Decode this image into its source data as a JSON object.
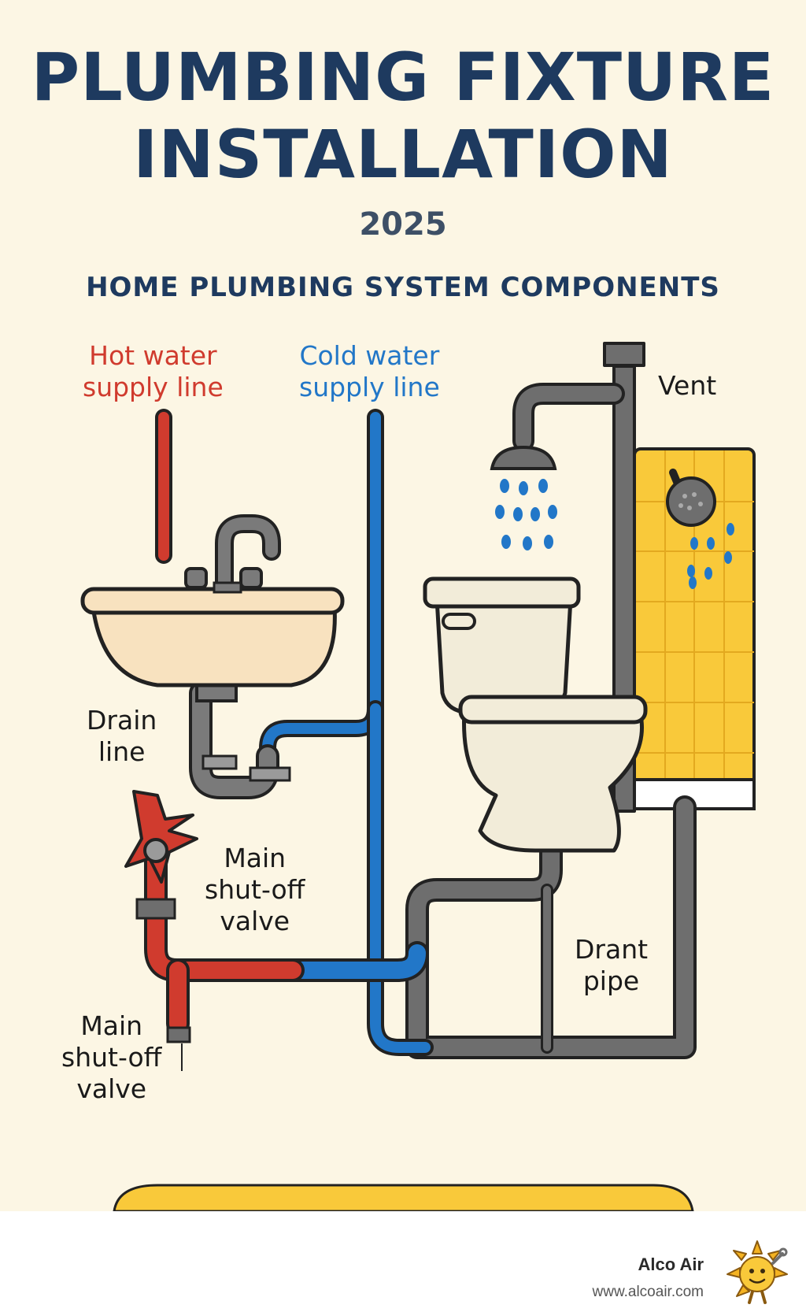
{
  "title_line1": "PLUMBING FIXTURE",
  "title_line2": "INSTALLATION",
  "year": "2025",
  "subtitle": "HOME PLUMBING SYSTEM COMPONENTS",
  "labels": {
    "hot_water": [
      "Hot water",
      "supply line"
    ],
    "cold_water": [
      "Cold water",
      "supply line"
    ],
    "vent": "Vent",
    "drain_line": [
      "Drain",
      "line"
    ],
    "main_valve_upper": [
      "Main",
      "shut-off",
      "valve"
    ],
    "drain_pipe": [
      "Drant",
      "pipe"
    ],
    "main_valve_lower": [
      "Main",
      "shut-off",
      "valve"
    ]
  },
  "brand": {
    "name": "Alco Air",
    "url": "www.alcoair.com"
  },
  "colors": {
    "title": "#1e3a5f",
    "hot_pipe": "#d03b2e",
    "cold_pipe": "#2277c8",
    "drain_pipe": "#6e6e6e",
    "tile": "#f9c93a",
    "background": "#fcf6e4"
  },
  "icons": [
    "sink-icon",
    "faucet-icon",
    "toilet-icon",
    "shower-head-icon",
    "valve-wheel-icon",
    "water-drop-icon",
    "sun-mascot-icon"
  ]
}
